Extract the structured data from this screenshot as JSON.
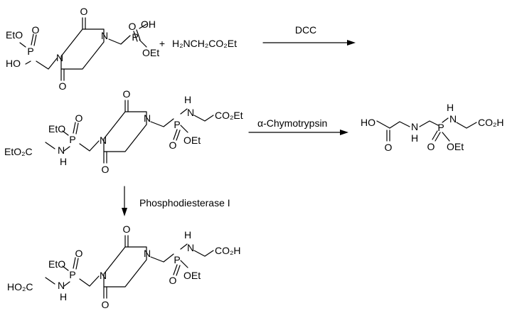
{
  "reaction_scheme": {
    "reagent_amine": "H₂NCH₂CO₂Et",
    "plus_sign": "+",
    "step1_reagent": "DCC",
    "step2_reagent": "α-Chymotrypsin",
    "step3_reagent": "Phosphodiesterase I"
  },
  "atom_labels": {
    "O": "O",
    "N": "N",
    "P": "P",
    "H": "H",
    "HO": "HO",
    "OH": "OH",
    "OEt": "OEt",
    "EtO": "EtO",
    "CO2H": "CO₂H",
    "CO2Et": "CO₂Et",
    "EtO2C": "EtO₂C",
    "HO2C": "HO₂C"
  }
}
